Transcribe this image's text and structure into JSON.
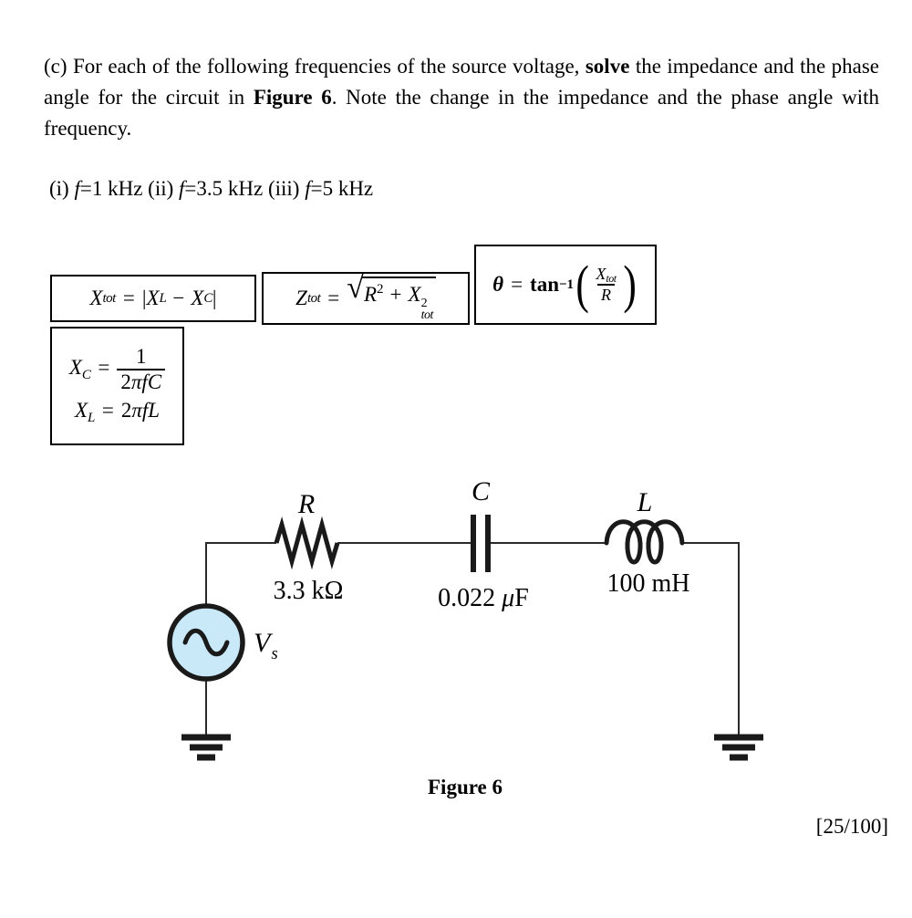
{
  "problem": {
    "part1": "(c) For each of the following frequencies of the source voltage, ",
    "bold1": "solve",
    "part2": " the impedance and the phase angle for the circuit in ",
    "bold2": "Figure 6",
    "part3": ". Note the change in the impedance and the phase angle with frequency."
  },
  "frequencies": {
    "seg1": "(i) ",
    "f1": "f",
    "v1": "=1 kHz ",
    "seg2": "(ii) ",
    "f2": "f",
    "v2": "=3.5 kHz ",
    "seg3": "(iii) ",
    "f3": "f",
    "v3": "=5 kHz"
  },
  "formulas": {
    "xtot": {
      "lhs": "X",
      "lhs_sub": "tot",
      "eq": "=",
      "bar_l": "|",
      "t1": "X",
      "t1_sub": "L",
      "minus": "−",
      "t2": "X",
      "t2_sub": "C",
      "bar_r": "|"
    },
    "ztot": {
      "lhs": "Z",
      "lhs_sub": "tot",
      "eq": "=",
      "rad": "√",
      "r": "R",
      "r_sup": "2",
      "plus": "+",
      "x": "X",
      "x_sup": "2",
      "x_sub": "tot"
    },
    "theta": {
      "lhs": "θ",
      "eq": "=",
      "fn": "tan",
      "fn_sup": "−1",
      "paren_l": "(",
      "num": "X",
      "num_sub": "tot",
      "den": "R",
      "paren_r": ")"
    },
    "xc": {
      "lhs": "X",
      "lhs_sub": "C",
      "eq": "=",
      "num": "1",
      "den_coef": "2",
      "den_pi": "π",
      "den_f": "f",
      "den_c": "C"
    },
    "xl": {
      "lhs": "X",
      "lhs_sub": "L",
      "eq": "=",
      "coef": "2",
      "pi": "π",
      "f": "f",
      "l": "L"
    }
  },
  "circuit": {
    "r_label": "R",
    "r_value": "3.3 kΩ",
    "c_label": "C",
    "c_value_num": "0.022",
    "c_value_mu": "μ",
    "c_value_unit": "F",
    "l_label": "L",
    "l_value": "100 mH",
    "source_label": "V",
    "source_label_sub": "s",
    "source_fill": "#c9e8f8",
    "ink": "#1a1a1a"
  },
  "caption": "Figure 6",
  "marks": "[25/100]"
}
